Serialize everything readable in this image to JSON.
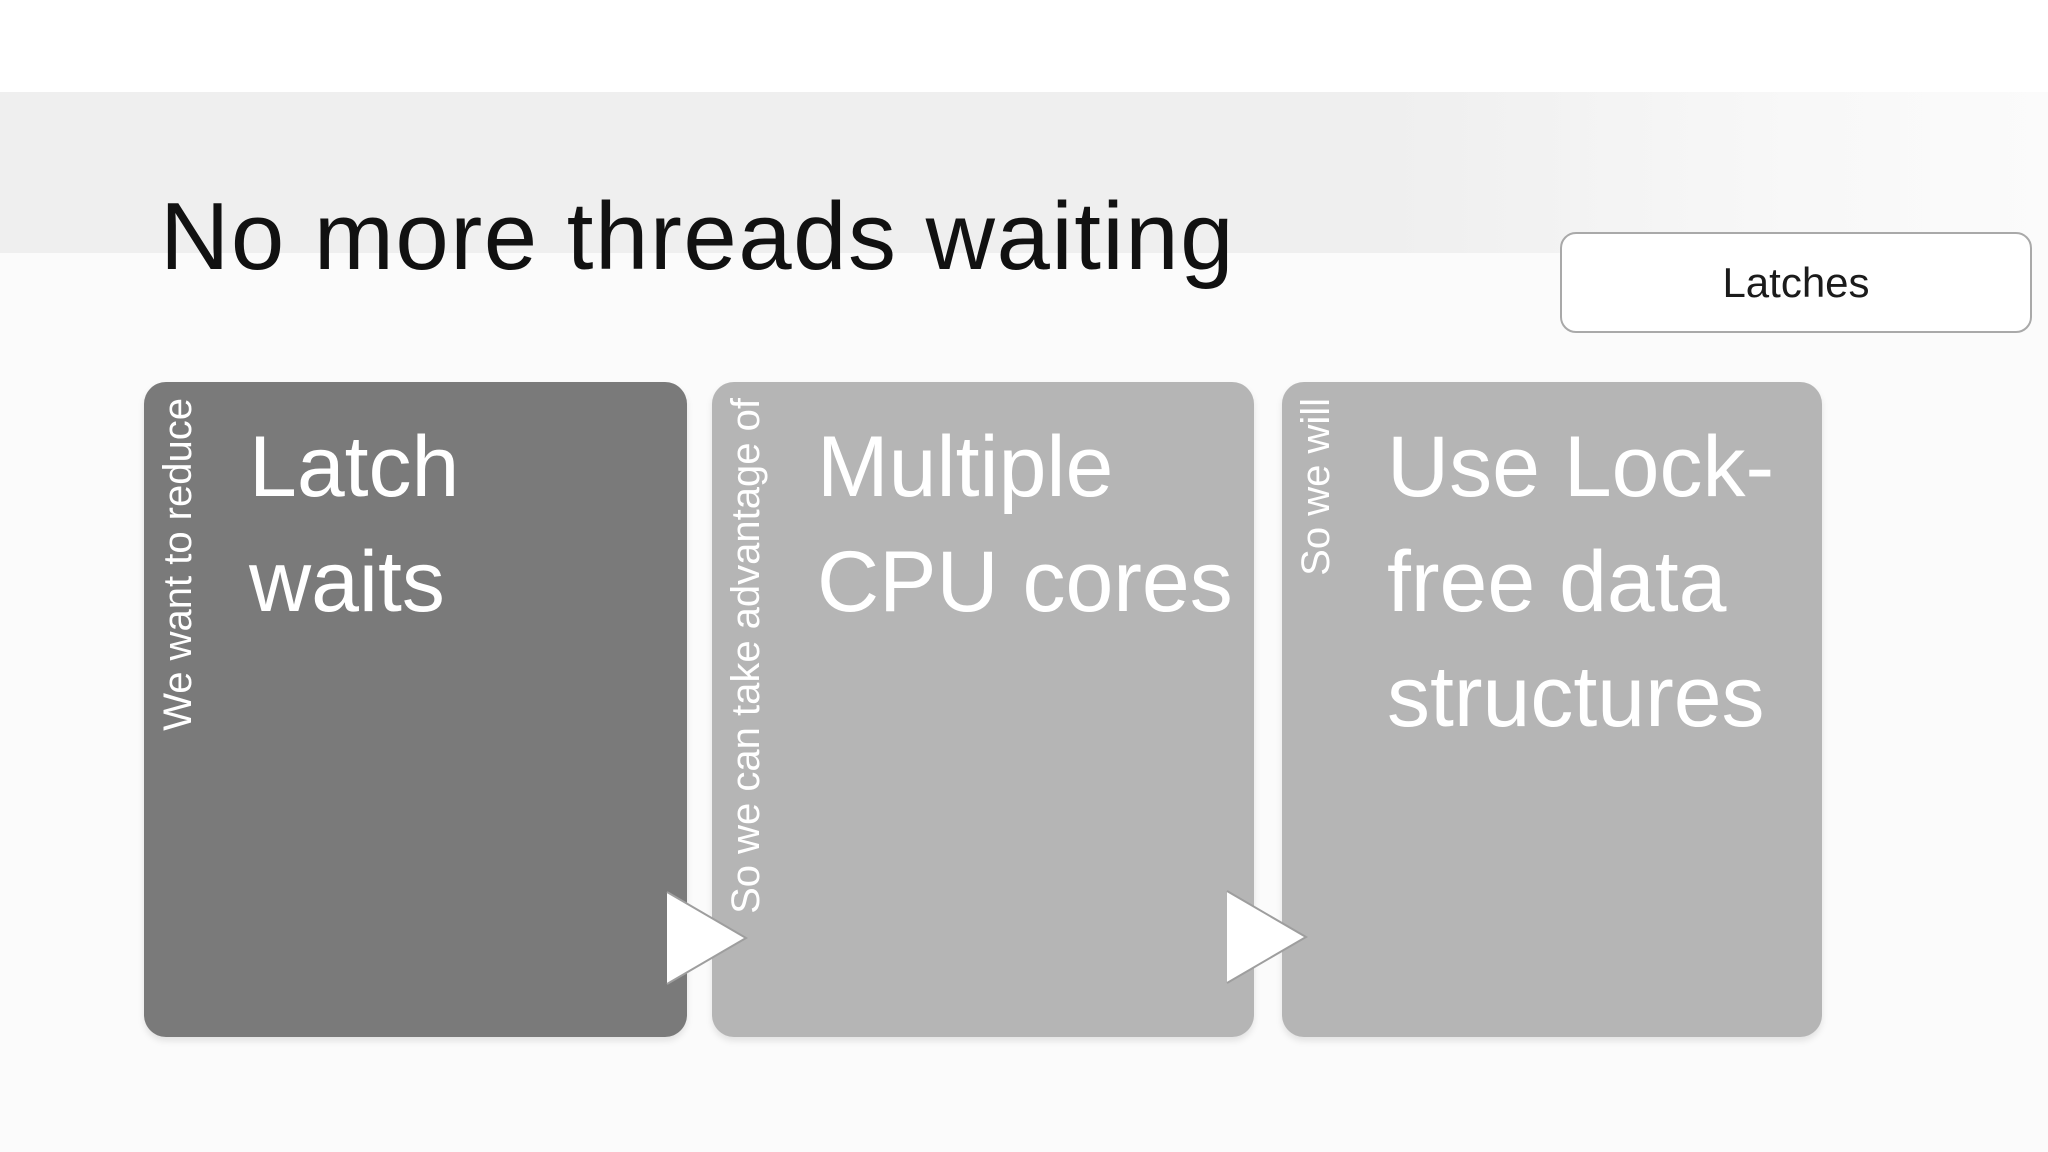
{
  "slide": {
    "title": "No more threads waiting",
    "callout": {
      "label": "Latches"
    },
    "process": {
      "steps": [
        {
          "side_label": "We want to reduce",
          "main_text": "Latch\nwaits",
          "fill": "#7a7a7a",
          "text_color": "#ffffff"
        },
        {
          "side_label": "So we can take advantage of",
          "main_text": "Multiple\nCPU cores",
          "fill": "#b5b5b5",
          "text_color": "#ffffff"
        },
        {
          "side_label": "So we will",
          "main_text": "Use Lock-\nfree data\nstructures",
          "fill": "#b5b5b5",
          "text_color": "#ffffff"
        }
      ],
      "connector_icon": "right-arrow-triangle"
    },
    "colors": {
      "top_background": "#ffffff",
      "title_band_background": "#efefef",
      "page_background": "#fbfbfb",
      "title_text": "#111111",
      "callout_background": "#ffffff",
      "callout_border": "#a9a9a9",
      "callout_text": "#1b1b1b",
      "step1_fill": "#7a7a7a",
      "step2_fill": "#b5b5b5",
      "step3_fill": "#b5b5b5",
      "step_text": "#ffffff",
      "arrow_fill": "#ffffff",
      "arrow_stroke": "#9e9e9e"
    }
  }
}
